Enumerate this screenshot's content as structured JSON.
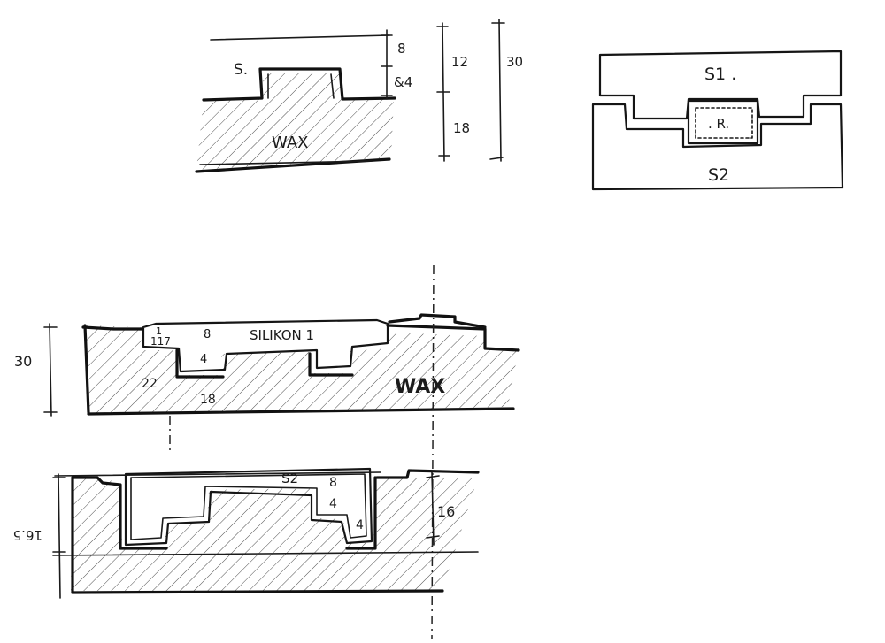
{
  "sketch1": {
    "part_label": "S.",
    "material_label": "WAX",
    "dims": {
      "top": "8",
      "step": "&4",
      "upper": "12",
      "lower": "18",
      "total": "30"
    }
  },
  "sketch2": {
    "top_label": "S1 .",
    "bottom_label": "S2",
    "center_label": ". R."
  },
  "sketch3": {
    "silicone_label": "SILIKON 1",
    "material_label": "WAX",
    "height": "30",
    "dims": {
      "a": "1",
      "b": "117",
      "c": "8",
      "d": "4",
      "e": "22",
      "f": "18"
    }
  },
  "sketch4": {
    "silicone_label": "S2",
    "dims": {
      "a": "8",
      "b": "4",
      "c": "4",
      "left": "16.5",
      "right": "16"
    }
  },
  "colors": {
    "ink": "#111111",
    "paper": "#ffffff"
  }
}
